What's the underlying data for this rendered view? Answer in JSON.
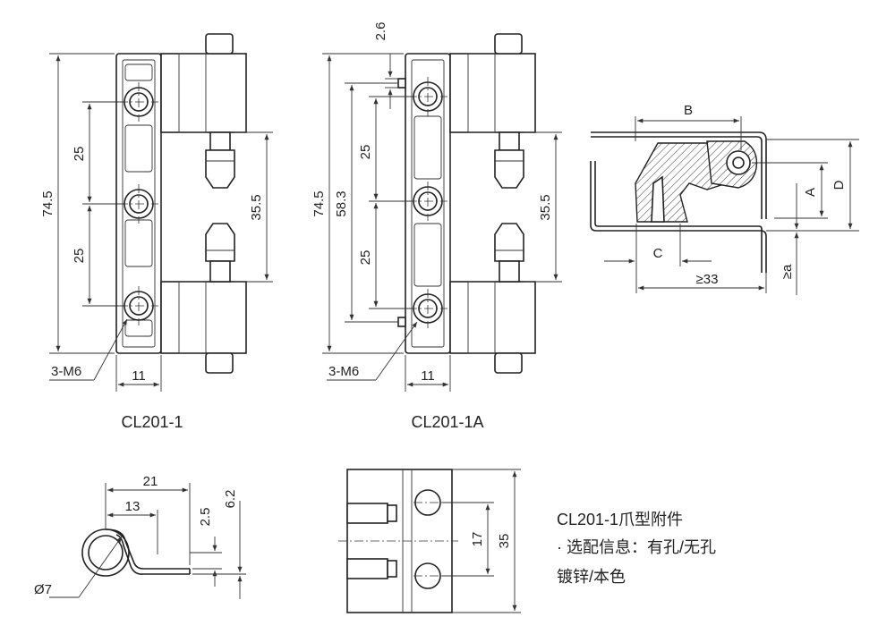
{
  "views": {
    "cl201_1": {
      "caption": "CL201-1",
      "dims": {
        "overall": "74.5",
        "pitch_top": "25",
        "pitch_bottom": "25",
        "gap": "35.5",
        "width": "11",
        "holes": "3-M6"
      }
    },
    "cl201_1a": {
      "caption": "CL201-1A",
      "dims": {
        "offset": "2.6",
        "overall": "74.5",
        "holes_span": "58.3",
        "pitch_top": "25",
        "pitch_bottom": "25",
        "gap": "35.5",
        "width": "11",
        "holes": "3-M6"
      }
    },
    "section": {
      "dims": {
        "b": "B",
        "c": "C",
        "a": "A",
        "d": "D",
        "min_depth": "≥33",
        "min_a": "≥a"
      }
    },
    "claw_side": {
      "dims": {
        "length": "21",
        "center": "13",
        "thickness": "2.5",
        "height": "6.2",
        "diameter": "Ø7"
      }
    },
    "claw_front": {
      "dims": {
        "pitch": "17",
        "height": "35"
      }
    }
  },
  "notes": {
    "title": "CL201-1爪型附件",
    "options": "· 选配信息：有孔/无孔",
    "finish": "镀锌/本色"
  }
}
